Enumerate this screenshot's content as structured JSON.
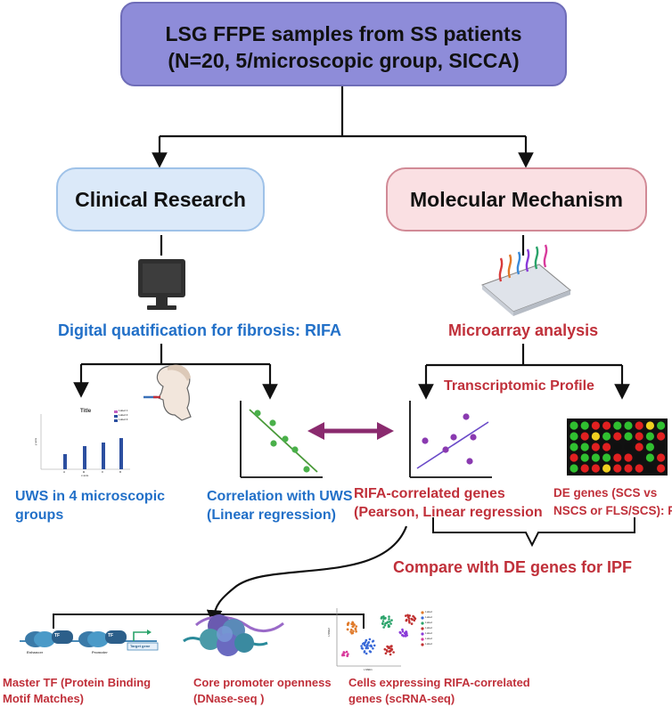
{
  "top": {
    "line1": "LSG FFPE samples from SS patients",
    "line2": "(N=20, 5/microscopic group, SICCA)"
  },
  "branches": {
    "clinical": "Clinical Research",
    "molecular": "Molecular Mechanism"
  },
  "clinical": {
    "method": "Digital quatification for fibrosis: RIFA",
    "result1": [
      "UWS in 4 microscopic",
      "groups"
    ],
    "result2": [
      "Correlation with UWS",
      "(Linear regression)"
    ],
    "mini_chart": {
      "title": "Title",
      "ylabel": "y axis",
      "xlabel": "x axis",
      "categories": [
        "A",
        "B",
        "C",
        "D"
      ],
      "legend": [
        "Label 1",
        "Label 2",
        "Label 3"
      ]
    }
  },
  "molecular": {
    "method": "Microarray analysis",
    "profile": "Transcriptomic Profile",
    "rifa_genes": [
      "RIFA-correlated genes",
      "(Pearson,  Linear regression"
    ],
    "de_genes": [
      "DE genes (SCS vs",
      "NSCS or FLS/SCS): R"
    ],
    "compare": "Compare  wIth  DE genes for IPF"
  },
  "bottom": {
    "tf": [
      "Master TF (Protein Binding",
      "Motif Matches)"
    ],
    "promoter": [
      "Core promoter openness",
      "(DNase-seq )"
    ],
    "cells": [
      "Cells expressing RIFA-correlated",
      "genes (scRNA-seq)"
    ],
    "tf_icon": {
      "tf1": "TF",
      "tf2": "TF",
      "enhancer": "Enhancer",
      "promoter": "Promoter",
      "target": "Target gene"
    },
    "tsne": {
      "ylabel": "t-SNE2",
      "xlabel": "t-SNE1",
      "legend": [
        "Label",
        "Label",
        "Label",
        "Label",
        "Label",
        "Label",
        "Label"
      ]
    }
  },
  "colors": {
    "title_box": "#8e8cd9",
    "clinical_pill": "#dbe9f9",
    "molecular_pill": "#fae0e3",
    "clinical_text": "#2270c8",
    "molecular_text": "#c0303a",
    "double_arrow": "#8a2a6e"
  }
}
